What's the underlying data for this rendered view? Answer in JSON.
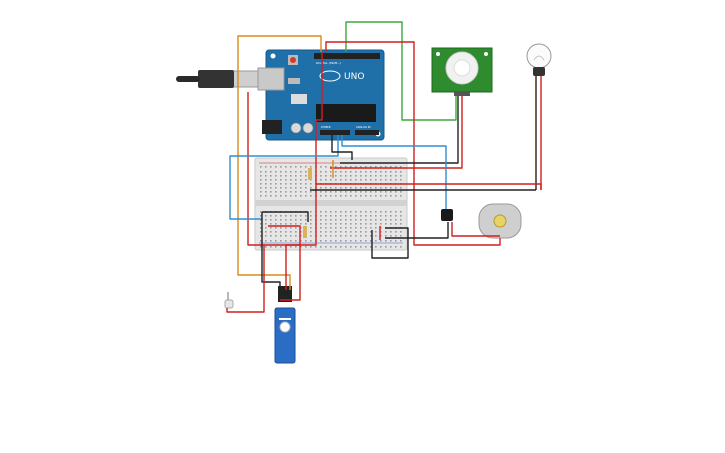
{
  "canvas": {
    "background": "#ffffff"
  },
  "components": {
    "arduino": {
      "name": "Arduino Uno R3",
      "board_label": "UNO",
      "color": "#1f6fa8",
      "header_text": "DIGITAL (PWM~)",
      "power_text": "POWER",
      "analog_text": "ANALOG IN"
    },
    "pir": {
      "name": "PIR motion sensor",
      "color": "#2e8b2e"
    },
    "bulb": {
      "name": "Light bulb"
    },
    "motor": {
      "name": "DC motor"
    },
    "servo": {
      "name": "Micro servo",
      "color": "#2b6cc4"
    },
    "breadboard": {
      "name": "Breadboard small"
    },
    "usb": {
      "name": "USB cable"
    },
    "transistor": {
      "name": "Transistor"
    },
    "photoresistor": {
      "name": "Photoresistor"
    }
  },
  "wire_colors": {
    "red": "#d11f1f",
    "black": "#222222",
    "orange": "#d98b1c",
    "green": "#3aaa3a",
    "blue": "#2f8fd0"
  }
}
